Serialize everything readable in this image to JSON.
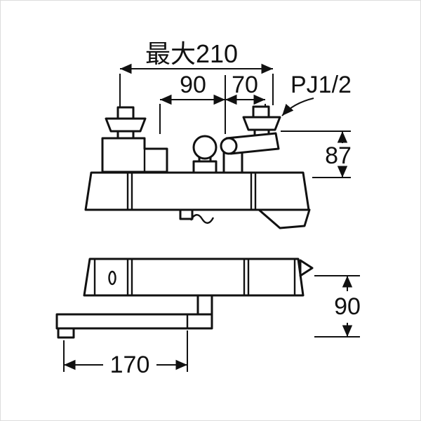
{
  "drawing": {
    "labels": {
      "max_width": "最大210",
      "span_left": "90",
      "span_right": "70",
      "thread_spec": "PJ1/2",
      "height_upper": "87",
      "height_lower": "90",
      "spout_reach": "170"
    },
    "colors": {
      "line": "#111111",
      "background": "#ffffff",
      "border": "#dcdcdc"
    }
  }
}
